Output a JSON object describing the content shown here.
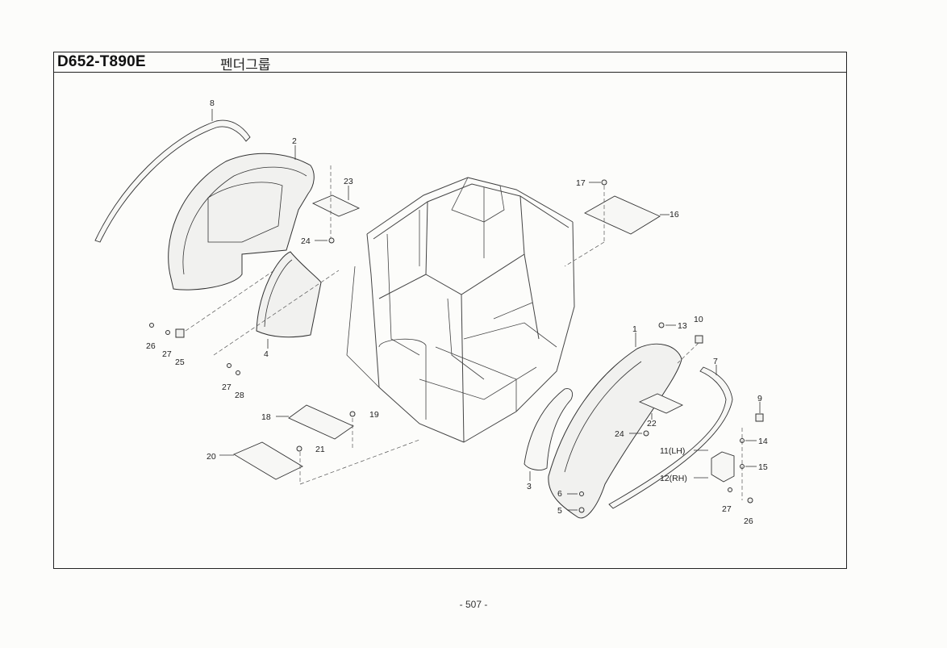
{
  "header": {
    "model_code": "D652-T890E",
    "group_title": "펜더그룹"
  },
  "footer": {
    "page_number": "- 507 -"
  },
  "callouts": {
    "c1": "1",
    "c2": "2",
    "c3": "3",
    "c4": "4",
    "c5": "5",
    "c6": "6",
    "c7": "7",
    "c8": "8",
    "c9": "9",
    "c10": "10",
    "c11": "11(LH)",
    "c12": "12(RH)",
    "c13": "13",
    "c14": "14",
    "c15": "15",
    "c16": "16",
    "c17": "17",
    "c18": "18",
    "c19": "19",
    "c20": "20",
    "c21": "21",
    "c22": "22",
    "c23": "23",
    "c24a": "24",
    "c24b": "24",
    "c25": "25",
    "c26a": "26",
    "c26b": "26",
    "c27a": "27",
    "c27b": "27",
    "c27c": "27",
    "c28": "28"
  }
}
